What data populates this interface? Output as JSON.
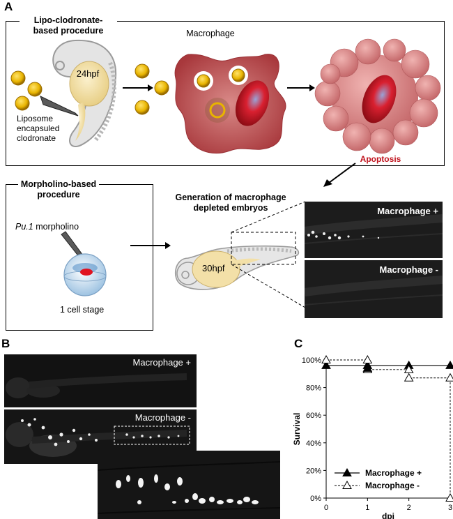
{
  "panels": {
    "a": "A",
    "b": "B",
    "c": "C"
  },
  "panel_a": {
    "lipo_title": "Lipo-clodronate-based procedure",
    "embryo1_stage": "24hpf",
    "liposome_label": "Liposome encapsuled clodronate",
    "macrophage_label": "Macrophage",
    "apoptosis_label": "Apoptosis",
    "morpholino_title": "Morpholino-based procedure",
    "pu1_italic": "Pu.1",
    "pu1_rest": " morpholino",
    "cell_stage_label": "1 cell stage",
    "generation_label": "Generation of macrophage depleted embryos",
    "embryo2_stage": "30hpf",
    "mac_plus_label": "Macrophage +",
    "mac_minus_label": "Macrophage -"
  },
  "panel_b": {
    "mac_plus_label": "Macrophage +",
    "mac_minus_label": "Macrophage -"
  },
  "chart_data": {
    "type": "line",
    "title": "",
    "xlabel": "dpi",
    "ylabel": "Survival",
    "xlim": [
      0,
      3
    ],
    "ylim": [
      0,
      100
    ],
    "xticks": [
      0,
      1,
      2,
      3
    ],
    "yticks": [
      "0%",
      "20%",
      "40%",
      "60%",
      "80%",
      "100%"
    ],
    "series": [
      {
        "name": "Macrophage +",
        "x": [
          0,
          1,
          2,
          3
        ],
        "y": [
          96,
          96,
          96,
          96
        ],
        "marker": "filled-triangle",
        "style": "solid",
        "color": "#000000"
      },
      {
        "name": "Macrophage -",
        "x": [
          0,
          1,
          2,
          3
        ],
        "y": [
          100,
          93,
          87,
          0
        ],
        "marker": "open-triangle",
        "style": "dashed",
        "color": "#000000"
      }
    ],
    "extra_points": [
      {
        "series": "Macrophage +",
        "x": 1,
        "y": 94
      },
      {
        "series": "Macrophage -",
        "x": 1,
        "y": 100
      },
      {
        "series": "Macrophage -",
        "x": 2,
        "y": 93
      },
      {
        "series": "Macrophage -",
        "x": 3,
        "y": 87
      }
    ],
    "legend_position": "bottom-left",
    "grid": false
  },
  "colors": {
    "bead_fill": "#e8b400",
    "bead_stroke": "#a07400",
    "macrophage": "#b44a4e",
    "apoptotic_cell": "#d78a8a",
    "nucleus": "#d01e2a",
    "apoptosis_text": "#c0141e",
    "embryo_yolk": "#f3e0a8",
    "fluorescence_bg": "#1c1c1c"
  }
}
